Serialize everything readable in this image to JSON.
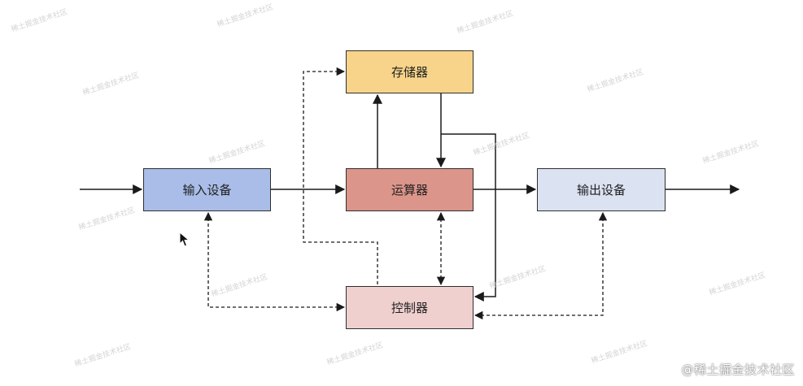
{
  "diagram": {
    "nodes": {
      "memory": {
        "label": "存储器",
        "color": "#f7d48a"
      },
      "input": {
        "label": "输入设备",
        "color": "#a9bde8"
      },
      "alu": {
        "label": "运算器",
        "color": "#dc958a"
      },
      "output": {
        "label": "输出设备",
        "color": "#dbe2f1"
      },
      "ctrl": {
        "label": "控制器",
        "color": "#efd0cf"
      }
    },
    "edges": [
      {
        "from": "external",
        "to": "input",
        "style": "solid"
      },
      {
        "from": "input",
        "to": "alu",
        "style": "solid"
      },
      {
        "from": "alu",
        "to": "output",
        "style": "solid"
      },
      {
        "from": "output",
        "to": "external",
        "style": "solid"
      },
      {
        "from": "alu",
        "to": "memory",
        "style": "solid"
      },
      {
        "from": "memory",
        "to": "alu",
        "style": "solid"
      },
      {
        "from": "memory",
        "to": "ctrl",
        "style": "solid"
      },
      {
        "from": "ctrl",
        "to": "memory",
        "style": "dashed"
      },
      {
        "from": "ctrl",
        "to": "alu",
        "style": "dashed",
        "bidirectional": true
      },
      {
        "from": "ctrl",
        "to": "input",
        "style": "dashed",
        "bidirectional": true
      },
      {
        "from": "ctrl",
        "to": "output",
        "style": "dashed",
        "bidirectional": true
      }
    ]
  },
  "watermark_text": "稀土掘金技术社区",
  "brand": "@稀土掘金技术社区"
}
